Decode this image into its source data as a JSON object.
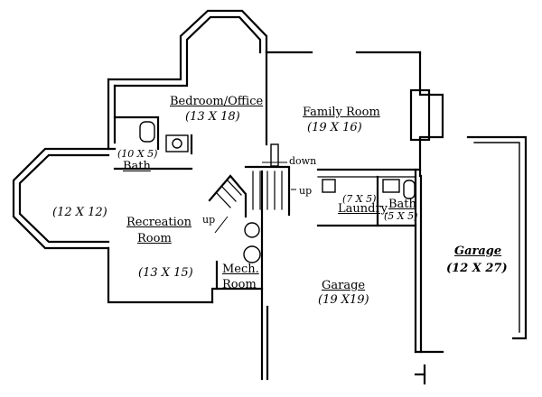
{
  "rooms": {
    "bedroom": {
      "name": "Bedroom/Office",
      "dim": "(13 X 18)"
    },
    "family": {
      "name": "Family Room",
      "dim": "(19 X 16)"
    },
    "bath_upper": {
      "dim": "(10 X 5)",
      "name": "Bath"
    },
    "bay": {
      "dim": "(12 X 12)"
    },
    "recreation": {
      "name1": "Recreation",
      "name2": "Room",
      "dim": "(13 X 15)"
    },
    "mech": {
      "name1": "Mech.",
      "name2": "Room"
    },
    "laundry": {
      "dim": "(7 X 5)",
      "name": "Laundry"
    },
    "bath_small": {
      "name": "Bath",
      "dim": "(5 X 5)"
    },
    "garage_main": {
      "name": "Garage",
      "dim": "(19 X19)"
    },
    "garage_side": {
      "name": "Garage",
      "dim": "(12 X 27)"
    }
  },
  "stairs": {
    "down": "down",
    "up_right": "up",
    "up_left": "up"
  }
}
